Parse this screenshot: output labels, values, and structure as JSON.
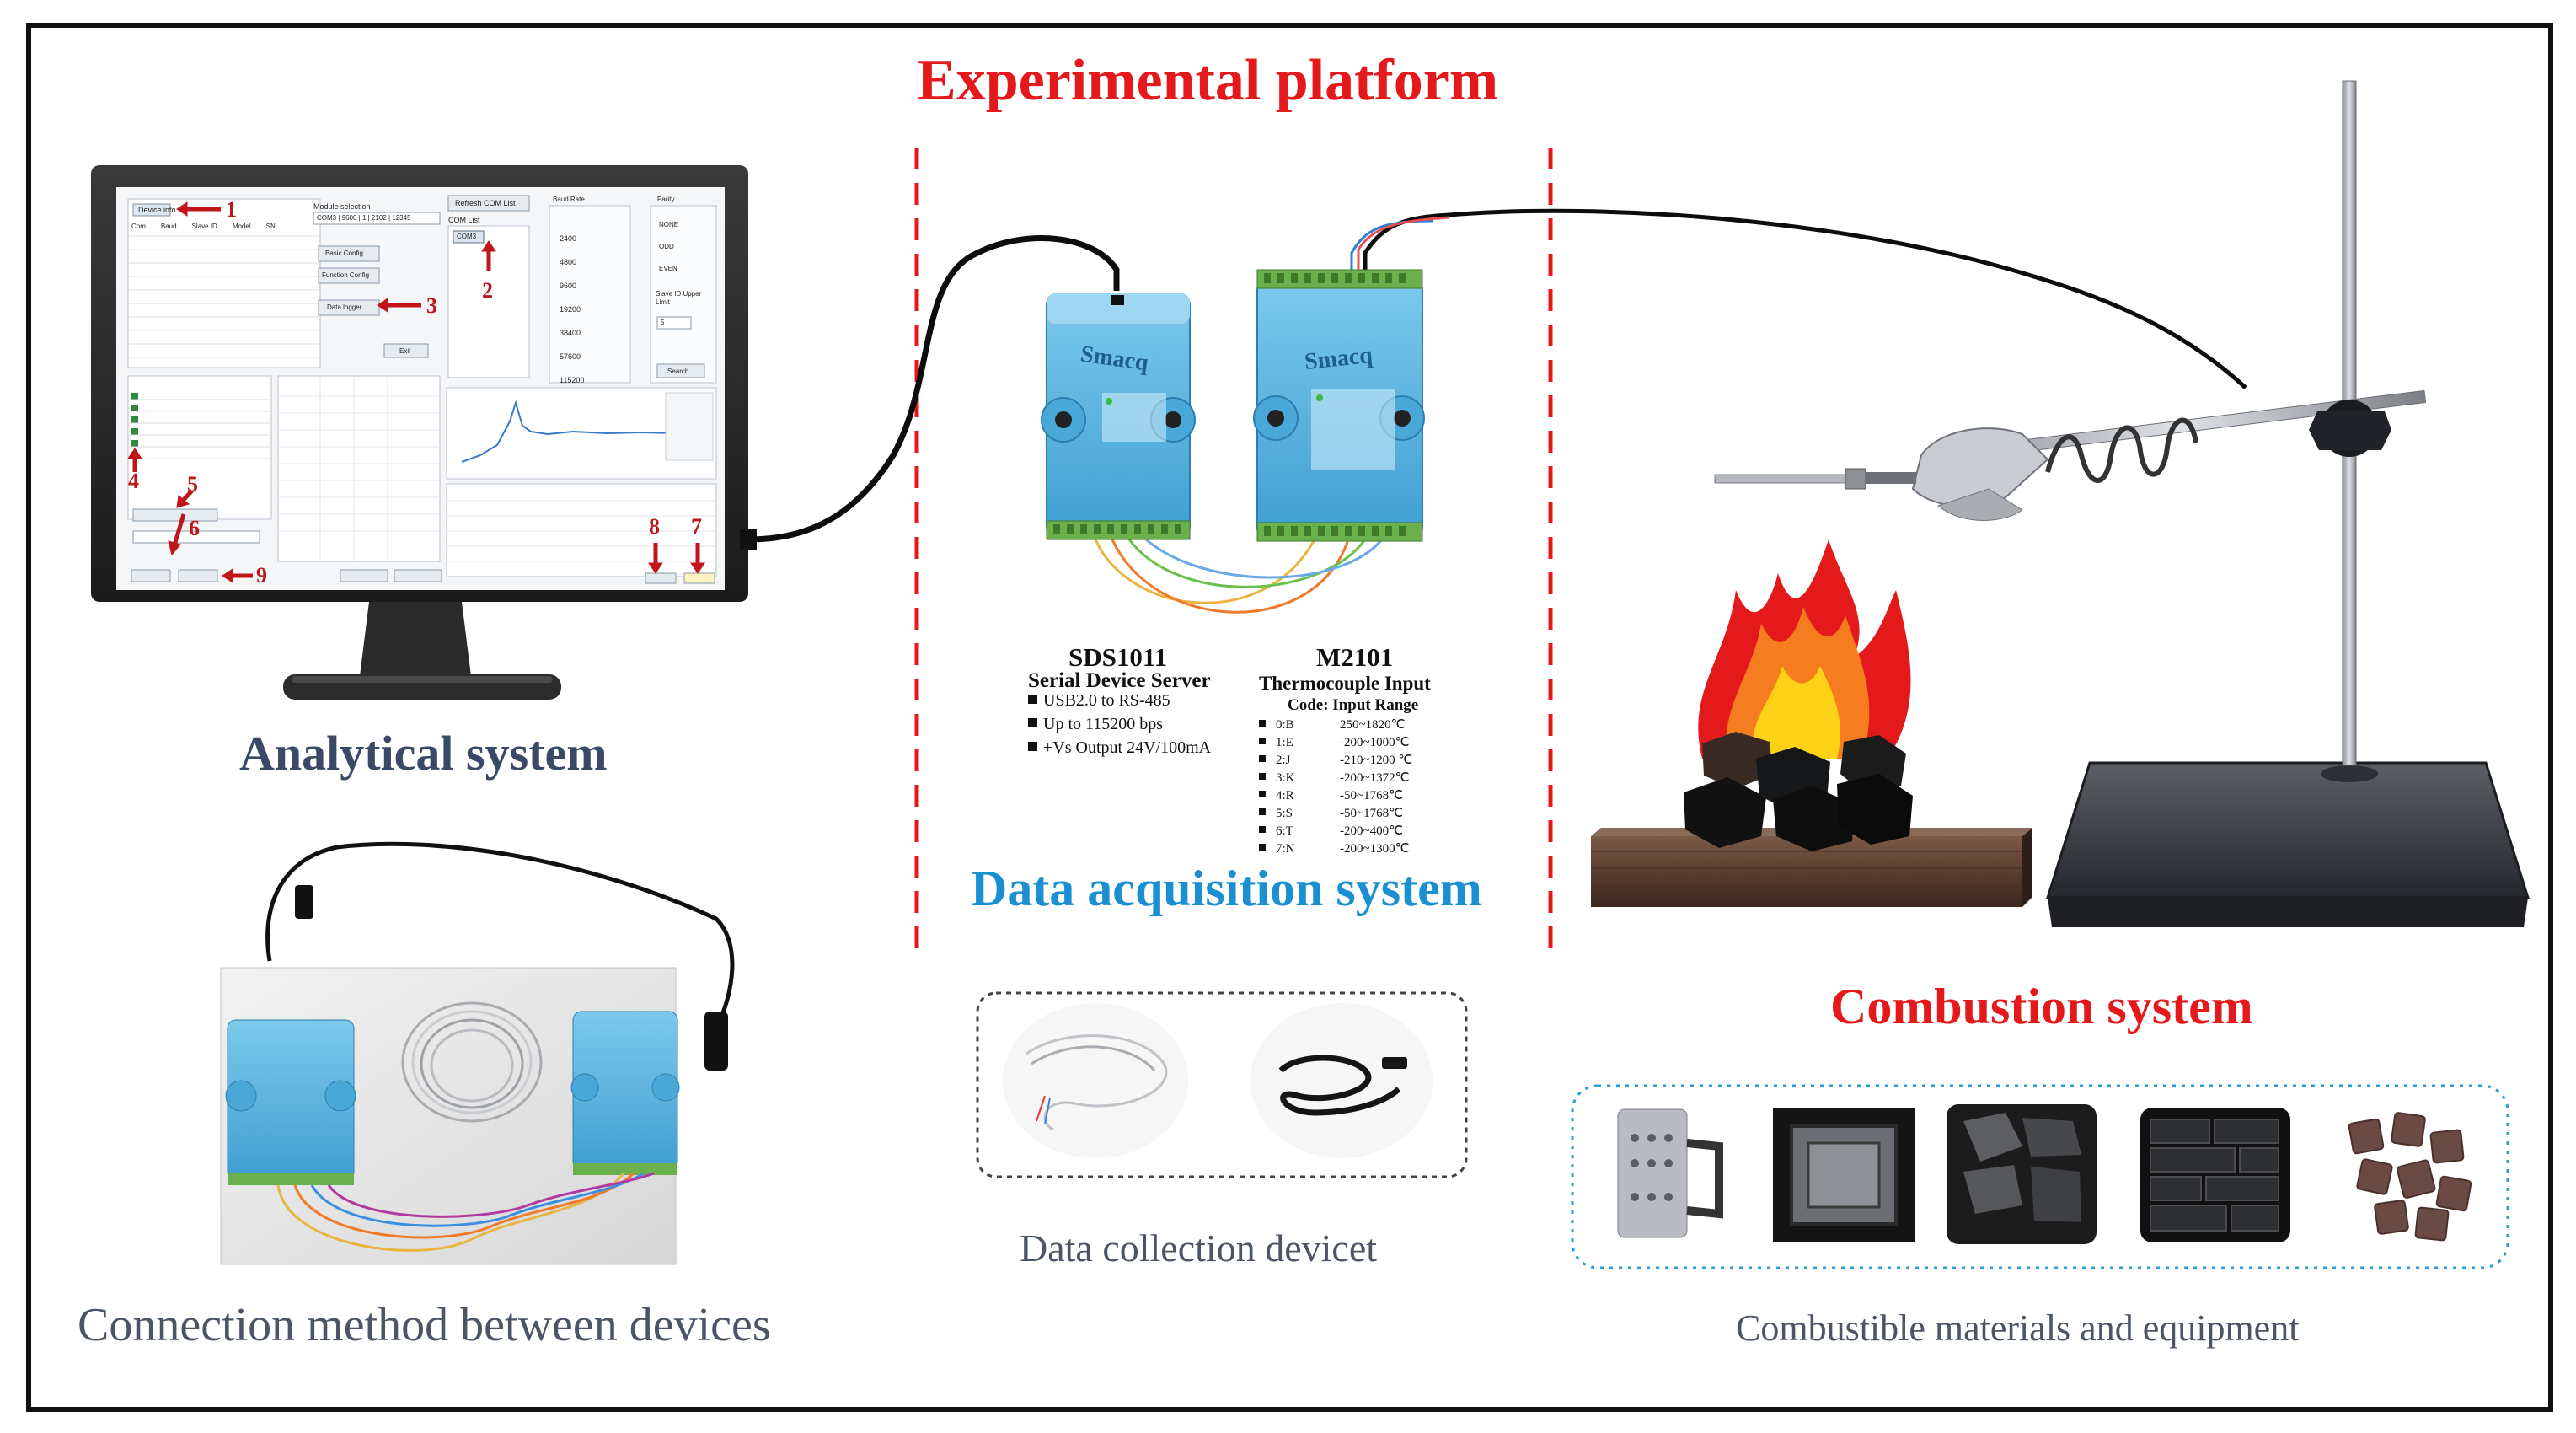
{
  "title": "Experimental   platform",
  "analytical": {
    "title": "Analytical system",
    "annotations": [
      "1",
      "2",
      "3",
      "4",
      "5",
      "6",
      "7",
      "8",
      "9"
    ],
    "ui": {
      "device_info_btn": "Device info",
      "module_selection_label": "Module selection",
      "module_selection_value": "COM3 | 9600 | 1 | 2102 | 12345",
      "refresh_btn": "Refresh COM List",
      "com_list_label": "COM List",
      "com_item": "COM3",
      "basic_config_btn": "Basic Config",
      "function_config_btn": "Function Config",
      "data_logger_btn": "Data logger",
      "exit_btn": "Exit",
      "search_btn": "Search",
      "baud_rate_label": "Baud Rate",
      "baud_rates": [
        "2400",
        "4800",
        "9600",
        "19200",
        "38400",
        "57600",
        "115200"
      ],
      "parity_label": "Parity",
      "parity_options": [
        "NONE",
        "ODD",
        "EVEN"
      ],
      "slave_id_label": "Slave ID Upper Limit",
      "slave_id_value": "5",
      "table_headers": [
        "Com",
        "Baud",
        "Slave ID",
        "Model",
        "SN"
      ]
    }
  },
  "daq": {
    "title": "Data acquisition system",
    "sds": {
      "brand": "Smacq",
      "model": "SDS1011",
      "subtitle": "Serial Device Server",
      "features": [
        "USB2.0 to RS-485",
        "Up to 115200 bps",
        "+Vs Output 24V/100mA"
      ]
    },
    "m2101": {
      "brand": "Smacq",
      "model": "M2101",
      "subtitle": "Thermocouple Input",
      "code_header": "Code: Input Range",
      "codes": [
        "0:B",
        "1:E",
        "2:J",
        "3:K",
        "4:R",
        "5:S",
        "6:T",
        "7:N"
      ],
      "ranges": [
        "250~1820℃",
        "-200~1000℃",
        "-210~1200 ℃",
        "-200~1372℃",
        "-50~1768℃",
        "-50~1768℃",
        "-200~400℃",
        "-200~1300℃"
      ]
    },
    "collection_caption": "Data collection devicet"
  },
  "combustion": {
    "title": "Combustion system",
    "materials_caption": "Combustible materials and equipment"
  },
  "connection_caption": "Connection method between devices",
  "colors": {
    "title_red": "#e3191b",
    "navy": "#3a4a66",
    "blue": "#1a8fd1",
    "module_blue": "#5fb8e2",
    "terminal_green": "#6ab04c",
    "flame_orange": "#f57c1f",
    "flame_yellow": "#fcd116"
  }
}
